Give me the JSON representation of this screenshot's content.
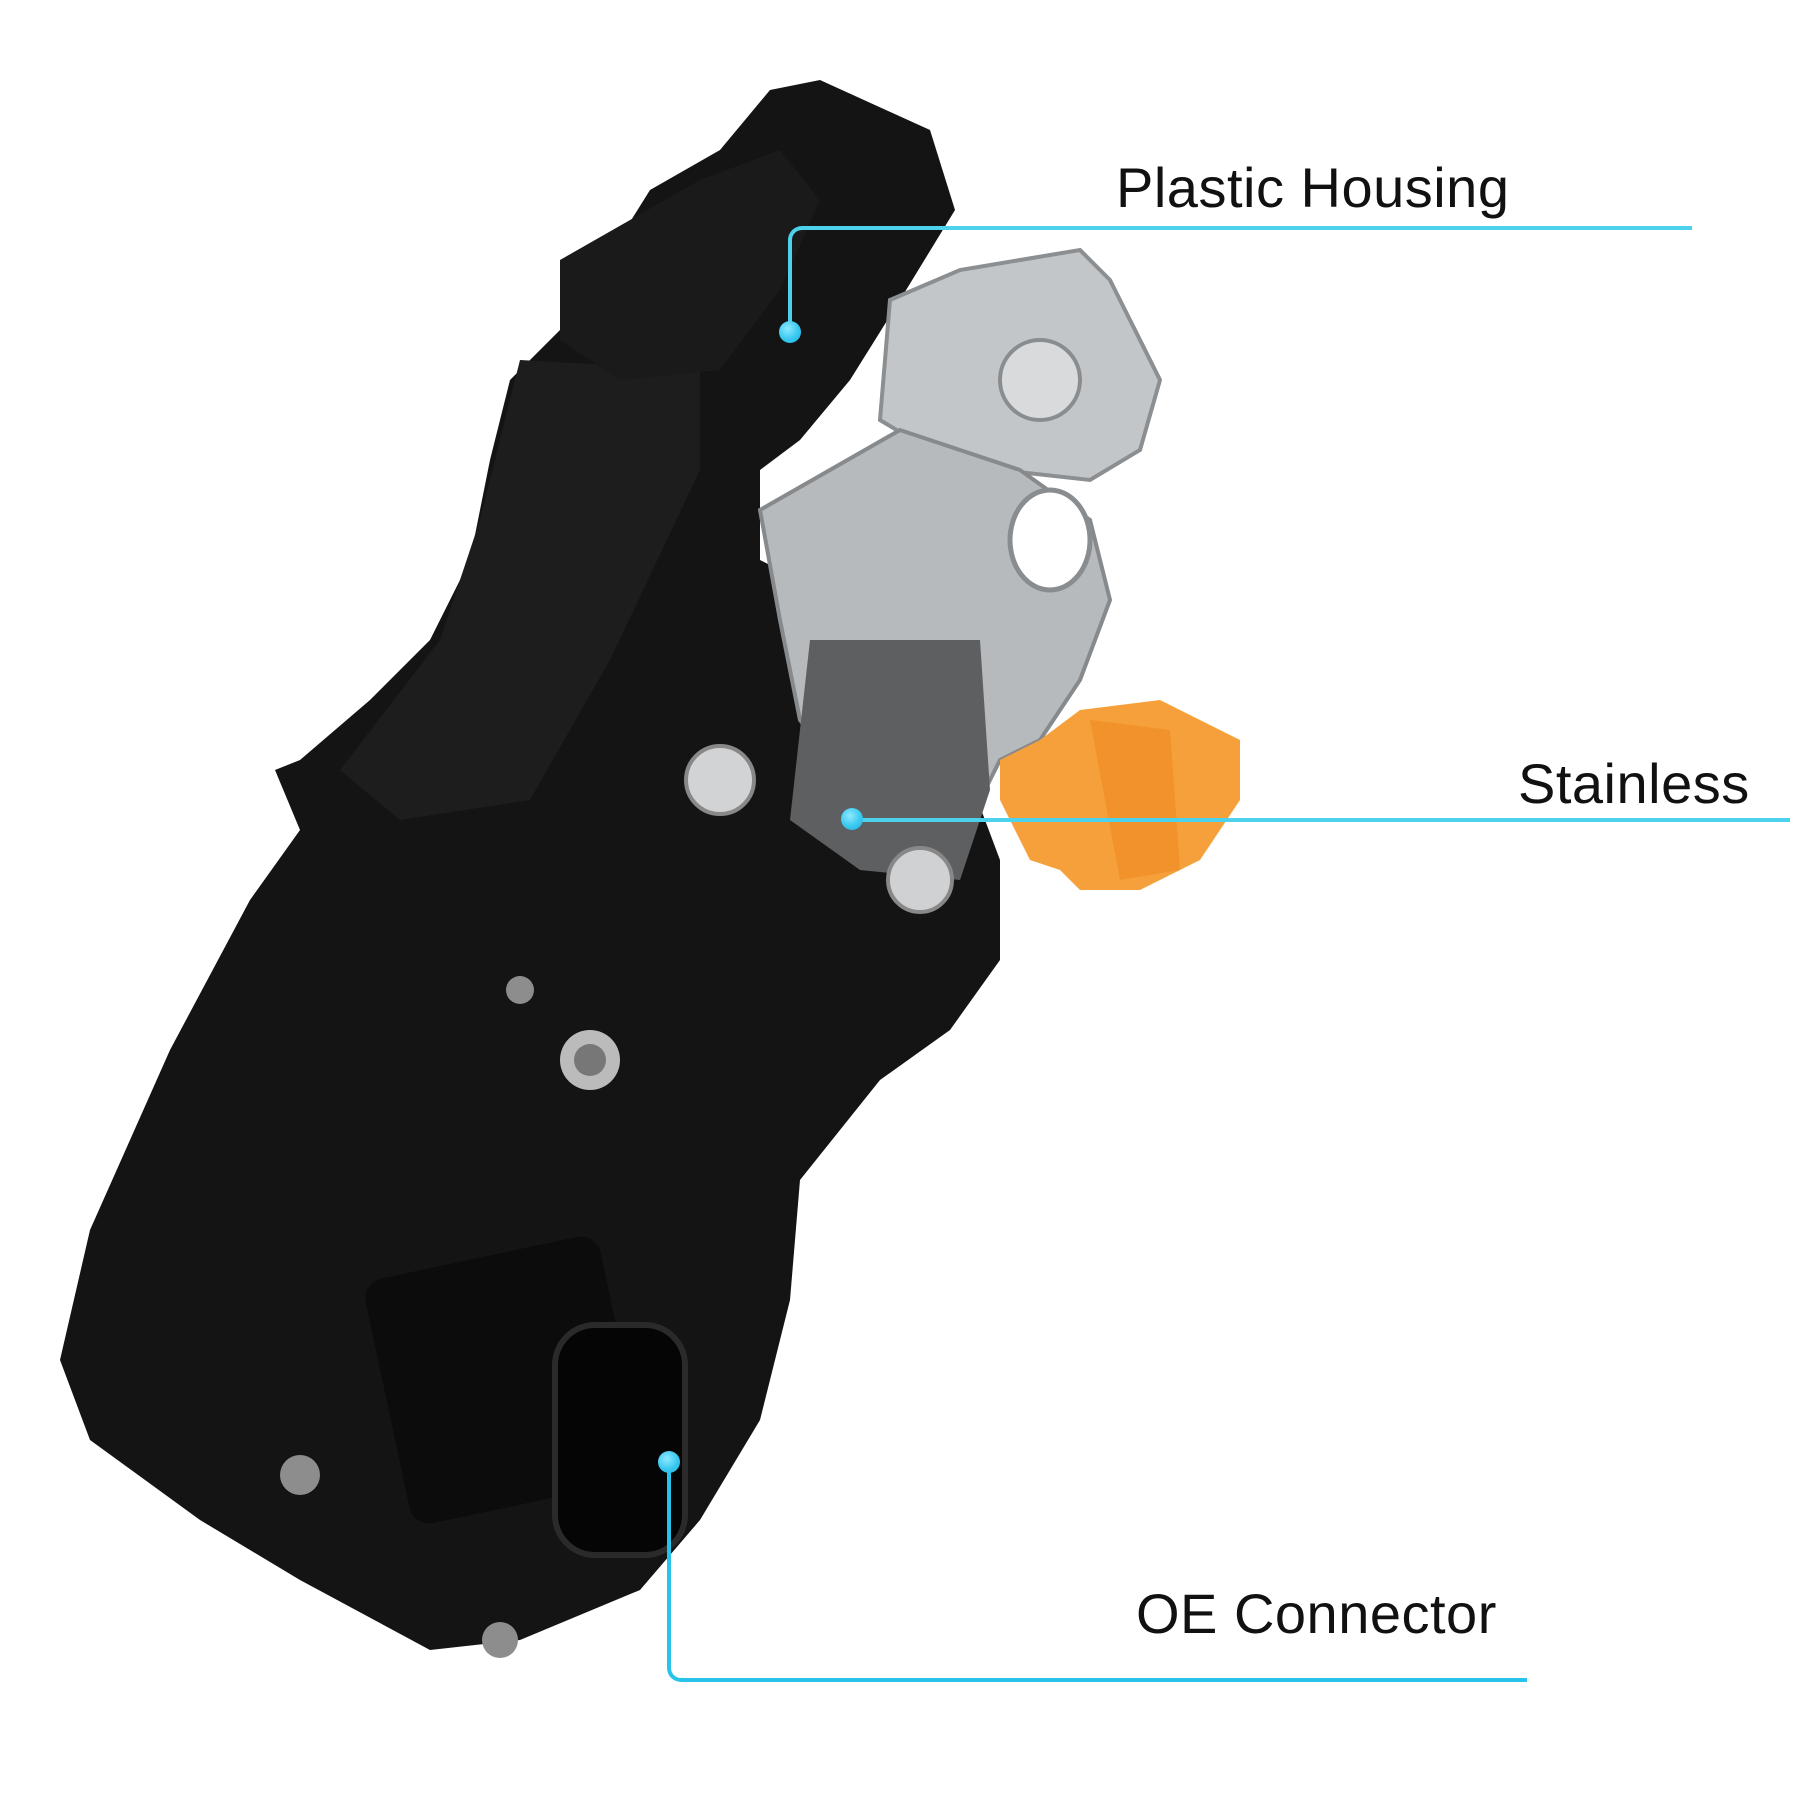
{
  "image": {
    "subject": "door-lock-actuator",
    "background": "#ffffff",
    "accent_color": "#4cd2ec",
    "connector_color": "#f5a03a",
    "housing_color": "#161616",
    "metal_color": "#b9bcbf"
  },
  "callouts": [
    {
      "id": "plastic-housing",
      "label": "Plastic Housing"
    },
    {
      "id": "stainless",
      "label": "Stainless"
    },
    {
      "id": "oe-connector",
      "label": "OE Connector"
    }
  ]
}
